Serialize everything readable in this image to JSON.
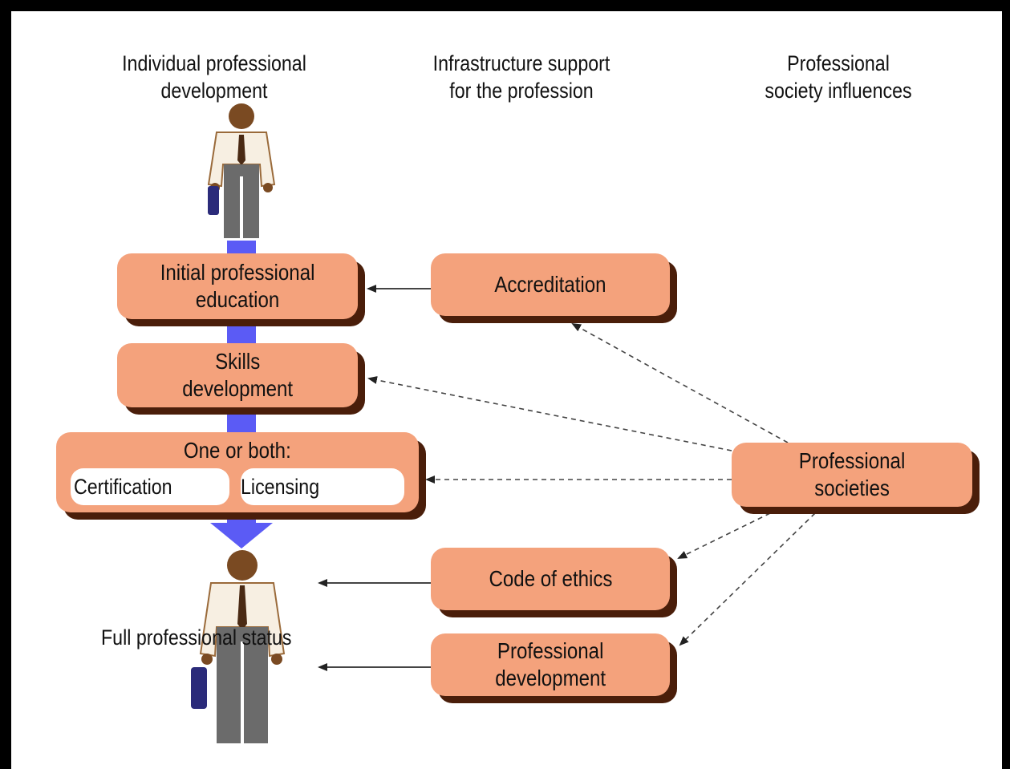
{
  "headers": {
    "col1": [
      "Individual professional",
      "development"
    ],
    "col2": [
      "Infrastructure support",
      "for the profession"
    ],
    "col3": [
      "Professional",
      "society influences"
    ]
  },
  "boxes": {
    "initial_education": [
      "Initial professional",
      "education"
    ],
    "skills": [
      "Skills",
      "development"
    ],
    "one_or_both": "One or both:",
    "certification": "Certification",
    "licensing": "Licensing",
    "accreditation": "Accreditation",
    "professional_societies": [
      "Professional",
      "societies"
    ],
    "code_of_ethics": "Code of ethics",
    "professional_development": [
      "Professional",
      "development"
    ]
  },
  "full_status_label": "Full professional status",
  "colors": {
    "box_fill": "#f4a27c",
    "box_shadow": "#4a1e0a",
    "flow_arrow": "#5b5bf5",
    "briefcase": "#2b2b7a"
  }
}
